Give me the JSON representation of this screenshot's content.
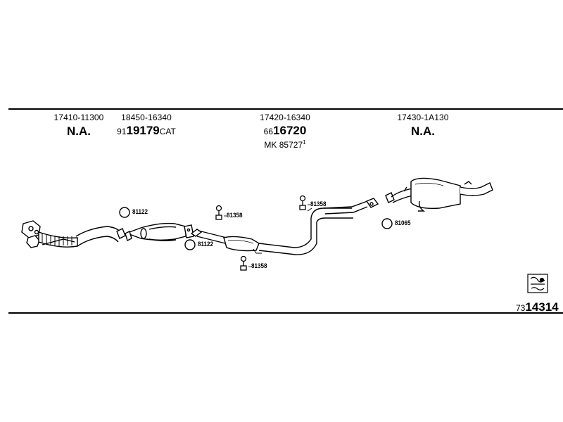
{
  "header": [
    {
      "part_no": "17410-11300",
      "status": "N.A."
    },
    {
      "part_no": "18450-16340",
      "ref_prefix": "91",
      "ref_number": "19179",
      "ref_suffix": "CAT"
    },
    {
      "part_no": "17420-16340",
      "ref_prefix": "66",
      "ref_number": "16720",
      "alt_ref": "MK 85727",
      "alt_ref_mark": "1"
    },
    {
      "part_no": "17430-1A130",
      "status": "N.A."
    }
  ],
  "callouts": {
    "ring_a": "81122",
    "ring_b": "81122",
    "clamp_a": "81358",
    "clamp_b": "81358",
    "clamp_c": "81358",
    "ring_c": "81065"
  },
  "diagram_number": {
    "prefix": "73",
    "number": "14314"
  }
}
